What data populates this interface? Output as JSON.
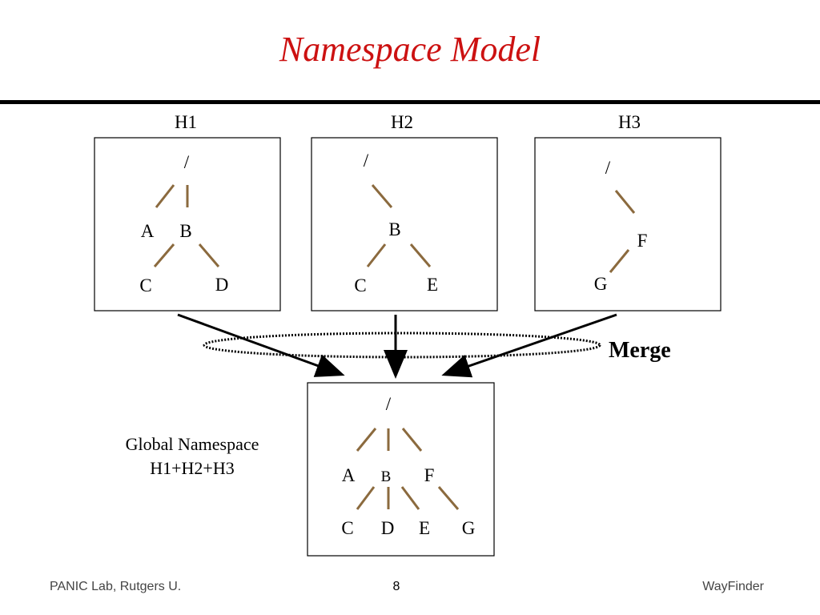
{
  "slide": {
    "title": "Namespace Model",
    "merge_label": "Merge",
    "global_label_line1": "Global Namespace",
    "global_label_line2": "H1+H2+H3"
  },
  "hosts": [
    {
      "title": "H1",
      "nodes": [
        "/",
        "A",
        "B",
        "C",
        "D"
      ]
    },
    {
      "title": "H2",
      "nodes": [
        "/",
        "B",
        "C",
        "E"
      ]
    },
    {
      "title": "H3",
      "nodes": [
        "/",
        "F",
        "G"
      ]
    }
  ],
  "global_tree": {
    "nodes": [
      "/",
      "A",
      "B",
      "F",
      "C",
      "D",
      "E",
      "G"
    ]
  },
  "footer": {
    "left": "PANIC Lab, Rutgers U.",
    "page": "8",
    "right": "WayFinder"
  },
  "colors": {
    "title": "#cc1111",
    "edge": "#8b6a3e",
    "line": "#000000"
  }
}
